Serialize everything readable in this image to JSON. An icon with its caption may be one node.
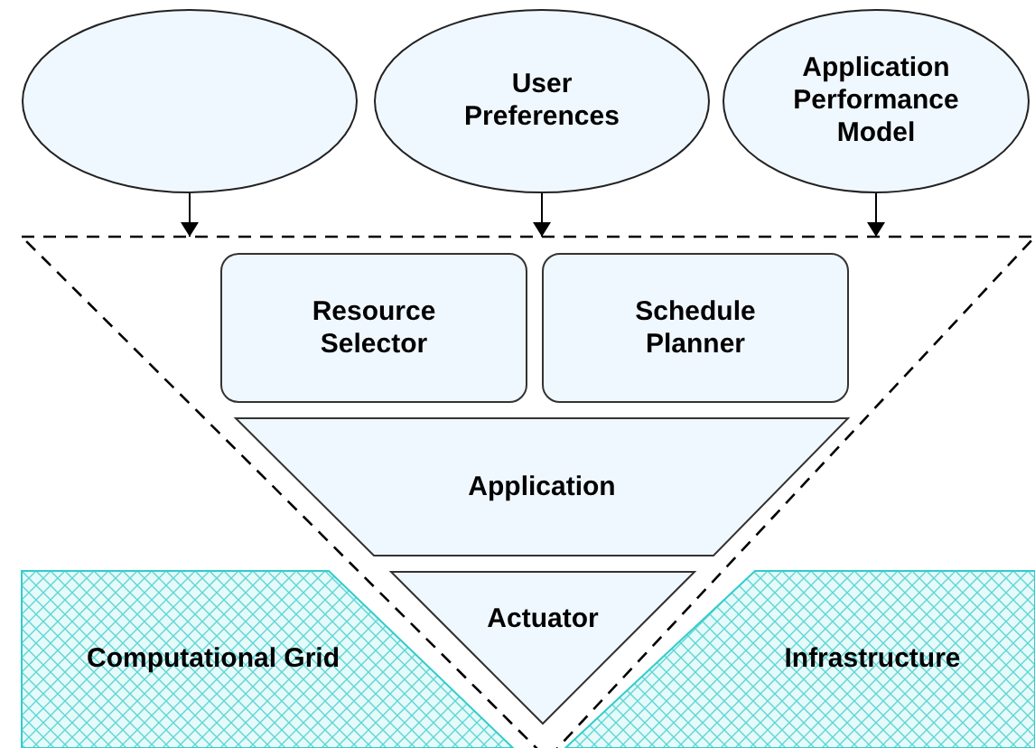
{
  "diagram": {
    "nodes": [
      {
        "text": [],
        "shape": "ellipse"
      },
      {
        "text": [
          "User Preferences"
        ]
      },
      {
        "text": [
          "Application Performance Model"
        ]
      },
      {
        "text": [],
        "shape": "triangle"
      },
      {
        "text": [
          "Resource Selector"
        ],
        "in": 3
      },
      {
        "text": [
          "Schedule Planner"
        ],
        "in": 3
      },
      {
        "text": [
          "Application"
        ],
        "in": 3
      },
      {
        "text": [
          "Actuator"
        ],
        "in": 3
      },
      {
        "text": [
          "Computational Grid"
        ]
      },
      {
        "text": [
          "Infrastructure"
        ]
      }
    ],
    "edges": [
      {
        "from": 0,
        "to": 3,
        "arrow": "to"
      },
      {
        "from": 1,
        "to": 3,
        "arrow": "to"
      },
      {
        "from": 2,
        "to": 3,
        "arrow": "to"
      }
    ]
  }
}
